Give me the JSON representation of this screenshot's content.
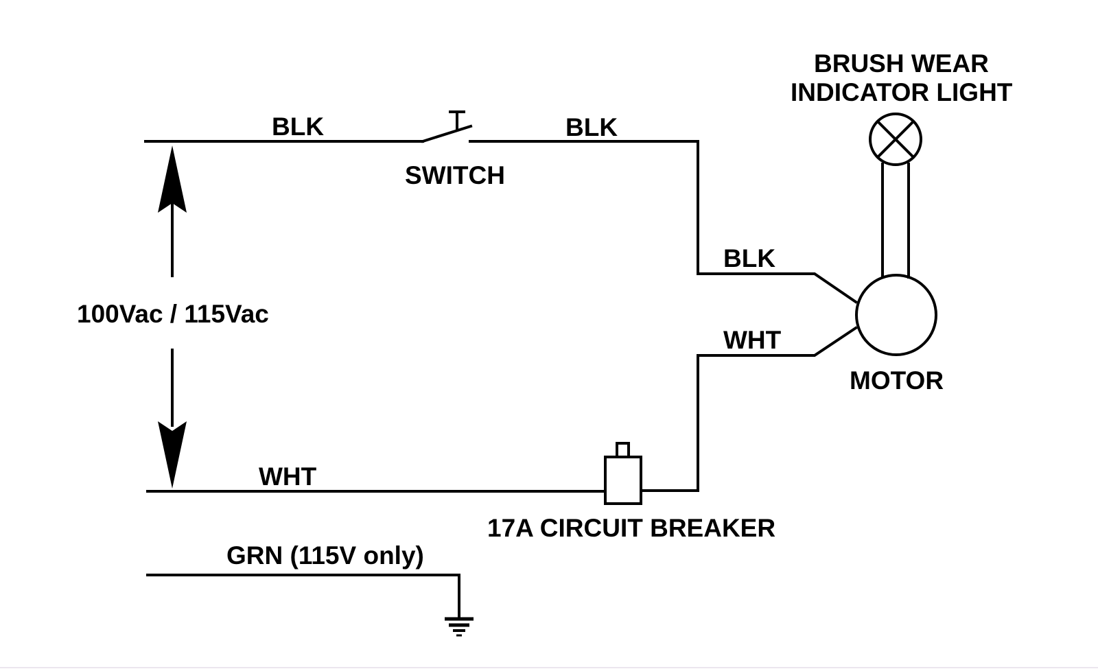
{
  "diagram": {
    "title": "Motor wiring schematic",
    "supply": {
      "label": "100Vac / 115Vac"
    },
    "wires": {
      "top_left": "BLK",
      "top_right": "BLK",
      "motor_blk": "BLK",
      "motor_wht": "WHT",
      "bottom": "WHT",
      "ground": "GRN (115V only)"
    },
    "components": {
      "switch": "SWITCH",
      "breaker": "17A CIRCUIT BREAKER",
      "motor": "MOTOR",
      "lamp_line1": "BRUSH WEAR",
      "lamp_line2": "INDICATOR LIGHT"
    },
    "colors": {
      "ink": "#000000",
      "background": "#ffffff"
    }
  }
}
